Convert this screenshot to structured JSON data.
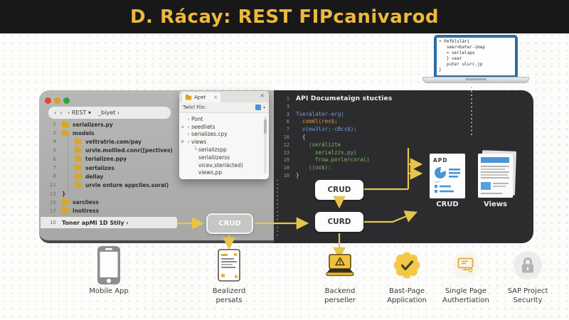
{
  "banner": {
    "title": "D. Rácay: REST FIPcanivarod"
  },
  "laptop": {
    "code_lines": [
      "• Pefklslári",
      "   seer=bater-imap",
      "   = serielaps",
      "   } vear",
      "   puter ulurc.jp",
      "}"
    ]
  },
  "editor": {
    "traffic_lights": [
      "#e0443e",
      "#de9e23",
      "#2aa53c"
    ],
    "breadcrumb": "‹  ›   ‹ REST ▾    _biyet ›",
    "tree": [
      {
        "num": "1",
        "label": "serializers.py",
        "indent": 1,
        "folder": true
      },
      {
        "num": "2",
        "label": "models",
        "indent": 1,
        "folder": true
      },
      {
        "num": "4",
        "label": "vettratrie.com/pay",
        "indent": 2,
        "folder": true
      },
      {
        "num": "5",
        "label": "urvle.mollled.conr([pectives)",
        "indent": 2,
        "folder": true
      },
      {
        "num": "6",
        "label": "terializee.ppy",
        "indent": 2,
        "folder": true
      },
      {
        "num": "7",
        "label": "sertalizes",
        "indent": 2,
        "folder": true
      },
      {
        "num": "8",
        "label": "dellay",
        "indent": 2,
        "folder": true
      },
      {
        "num": "11",
        "label": "urvle onture appclies.soral)",
        "indent": 2,
        "folder": true
      },
      {
        "num": "13",
        "label": "}",
        "indent": 1,
        "folder": false
      },
      {
        "num": "15",
        "label": "sarcliess",
        "indent": 1,
        "folder": true
      },
      {
        "num": "17",
        "label": "inotiress",
        "indent": 1,
        "folder": true
      }
    ],
    "status": {
      "num": "10",
      "label": "Toner apMl 1D Stily ›"
    }
  },
  "popup": {
    "tab": "Apet",
    "close": "×",
    "header": "Twlel File:",
    "caret": "▾",
    "rows": [
      {
        "prefix": "›",
        "label": "Pont",
        "gutter": "",
        "indent": 0
      },
      {
        "prefix": "›",
        "label": "seedliets",
        "gutter": "a",
        "indent": 0
      },
      {
        "prefix": "›",
        "label": "serializes.cpy",
        "gutter": "",
        "indent": 0
      },
      {
        "prefix": "›",
        "label": "views",
        "gutter": "#",
        "indent": 0
      },
      {
        "prefix": "└",
        "label": "serializspp",
        "gutter": "",
        "indent": 1
      },
      {
        "prefix": "",
        "label": "serialiizerss",
        "gutter": "",
        "indent": 1
      },
      {
        "prefix": "",
        "label": "vicev,steriácted)",
        "gutter": "",
        "indent": 1
      },
      {
        "prefix": "",
        "label": "views,pp",
        "gutter": "",
        "indent": 1
      }
    ]
  },
  "code_panel": {
    "lines": [
      {
        "num": "1",
        "text": "API Documetaign stucties",
        "color": "title",
        "indent": 0
      },
      {
        "num": "3",
        "text": "",
        "color": "plain",
        "indent": 0
      },
      {
        "num": "3",
        "text": "Tverálater-erg(",
        "color": "blue",
        "indent": 0
      },
      {
        "num": "6",
        "text": "comél(res$;",
        "color": "orange",
        "indent": 1
      },
      {
        "num": "7",
        "text": "view3lsr;-cBcs$);",
        "color": "blue",
        "indent": 1
      },
      {
        "num": "10",
        "text": "{",
        "color": "plain",
        "indent": 1
      },
      {
        "num": "12",
        "text": "(serálizte",
        "color": "green",
        "indent": 2
      },
      {
        "num": "13",
        "text": "serialzzs,py)",
        "color": "green",
        "indent": 3
      },
      {
        "num": "19",
        "text": "frow.porlercoral)",
        "color": "green",
        "indent": 3
      },
      {
        "num": "18",
        "text": "((oo$):",
        "color": "green",
        "indent": 2
      },
      {
        "num": "10",
        "text": "}",
        "color": "plain",
        "indent": 0
      }
    ],
    "crud_box": "CRUD",
    "curd_box": "CURD"
  },
  "flow": {
    "crud_button": "CRUD"
  },
  "docs": {
    "apd_label": "APD",
    "crud_caption": "CRUD",
    "views_caption": "Views"
  },
  "bottom_row": [
    {
      "icon": "mobile-phone-icon",
      "line1": "Mobile App",
      "line2": ""
    },
    {
      "icon": "document-icon",
      "line1": "Bealizerd",
      "line2": "persats"
    },
    {
      "icon": "laptop-warning-icon",
      "line1": "Backend",
      "line2": "perseller"
    },
    {
      "icon": "badge-check-icon",
      "line1": "Bast-Page",
      "line2": "Application"
    },
    {
      "icon": "monitor-auth-icon",
      "line1": "Single Page",
      "line2": "Authertiation"
    },
    {
      "icon": "lock-icon",
      "line1": "SAP Project",
      "line2": "Security"
    }
  ],
  "colors": {
    "accent_yellow": "#e6c44d",
    "banner_gold": "#edb83e",
    "panel_dark": "#2c2c2f",
    "window_gray": "#b0b0ae",
    "code_blue": "#6f9fd6",
    "code_orange": "#d89a4a",
    "code_green": "#7fb563",
    "doc_blue": "#4a94d8"
  }
}
